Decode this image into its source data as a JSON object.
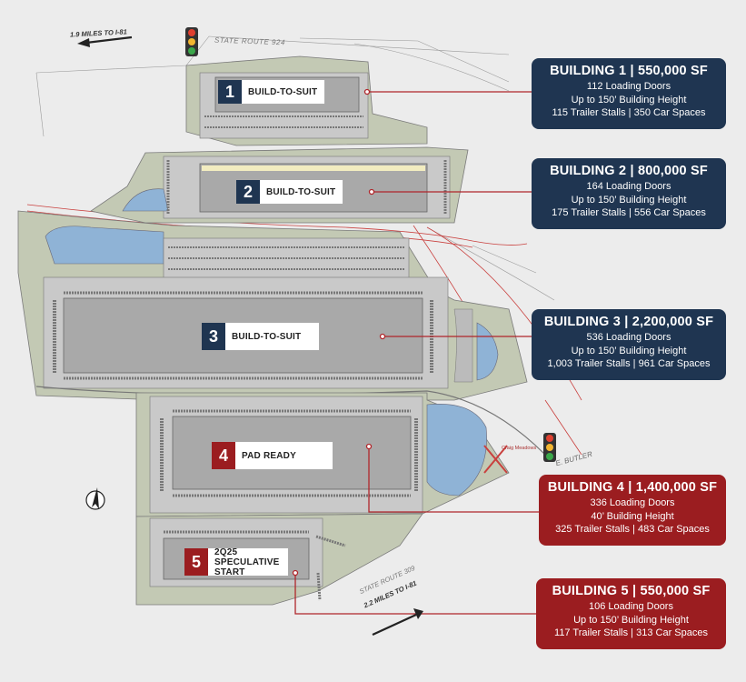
{
  "roads": {
    "state_route_924": "STATE ROUTE 924",
    "miles_to_i81_top": "1.9 MILES TO I-81",
    "state_route_309": "STATE ROUTE 309",
    "miles_to_i81_bottom": "2.2 MILES TO I-81",
    "e_butler": "E. BUTLER",
    "craig_meadows": "Craig Meadows"
  },
  "buildings": [
    {
      "number": "1",
      "label": "BUILD-TO-SUIT",
      "title": "BUILDING 1 | 550,000 SF",
      "lines": [
        "112 Loading Doors",
        "Up to 150’ Building Height",
        "115 Trailer Stalls | 350 Car Spaces"
      ],
      "color": "#1f3551"
    },
    {
      "number": "2",
      "label": "BUILD-TO-SUIT",
      "title": "BUILDING 2 | 800,000 SF",
      "lines": [
        "164 Loading Doors",
        "Up to 150’ Building Height",
        "175 Trailer Stalls | 556 Car Spaces"
      ],
      "color": "#1f3551"
    },
    {
      "number": "3",
      "label": "BUILD-TO-SUIT",
      "title": "BUILDING 3 | 2,200,000 SF",
      "lines": [
        "536 Loading Doors",
        "Up to 150’ Building Height",
        "1,003 Trailer Stalls | 961 Car Spaces"
      ],
      "color": "#1f3551"
    },
    {
      "number": "4",
      "label": "PAD READY",
      "title": "BUILDING 4 | 1,400,000 SF",
      "lines": [
        "336 Loading Doors",
        "40’ Building Height",
        "325 Trailer Stalls | 483 Car Spaces"
      ],
      "color": "#9b1d20"
    },
    {
      "number": "5",
      "label_lines": [
        "2Q25",
        "SPECULATIVE",
        "START"
      ],
      "title": "BUILDING 5 | 550,000 SF",
      "lines": [
        "106 Loading Doors",
        "Up to 150’ Building Height",
        "117 Trailer Stalls | 313 Car Spaces"
      ],
      "color": "#9b1d20"
    }
  ],
  "icons": [
    "traffic-light-icon",
    "compass-icon",
    "arrow-left-icon"
  ],
  "colors": {
    "navy": "#1f3551",
    "red": "#9b1d20",
    "land": "#c3c9b4",
    "pad": "#c9c9c9",
    "building": "#a9a9a9",
    "water": "#8fb3d6",
    "leader_line": "#b0262b"
  }
}
